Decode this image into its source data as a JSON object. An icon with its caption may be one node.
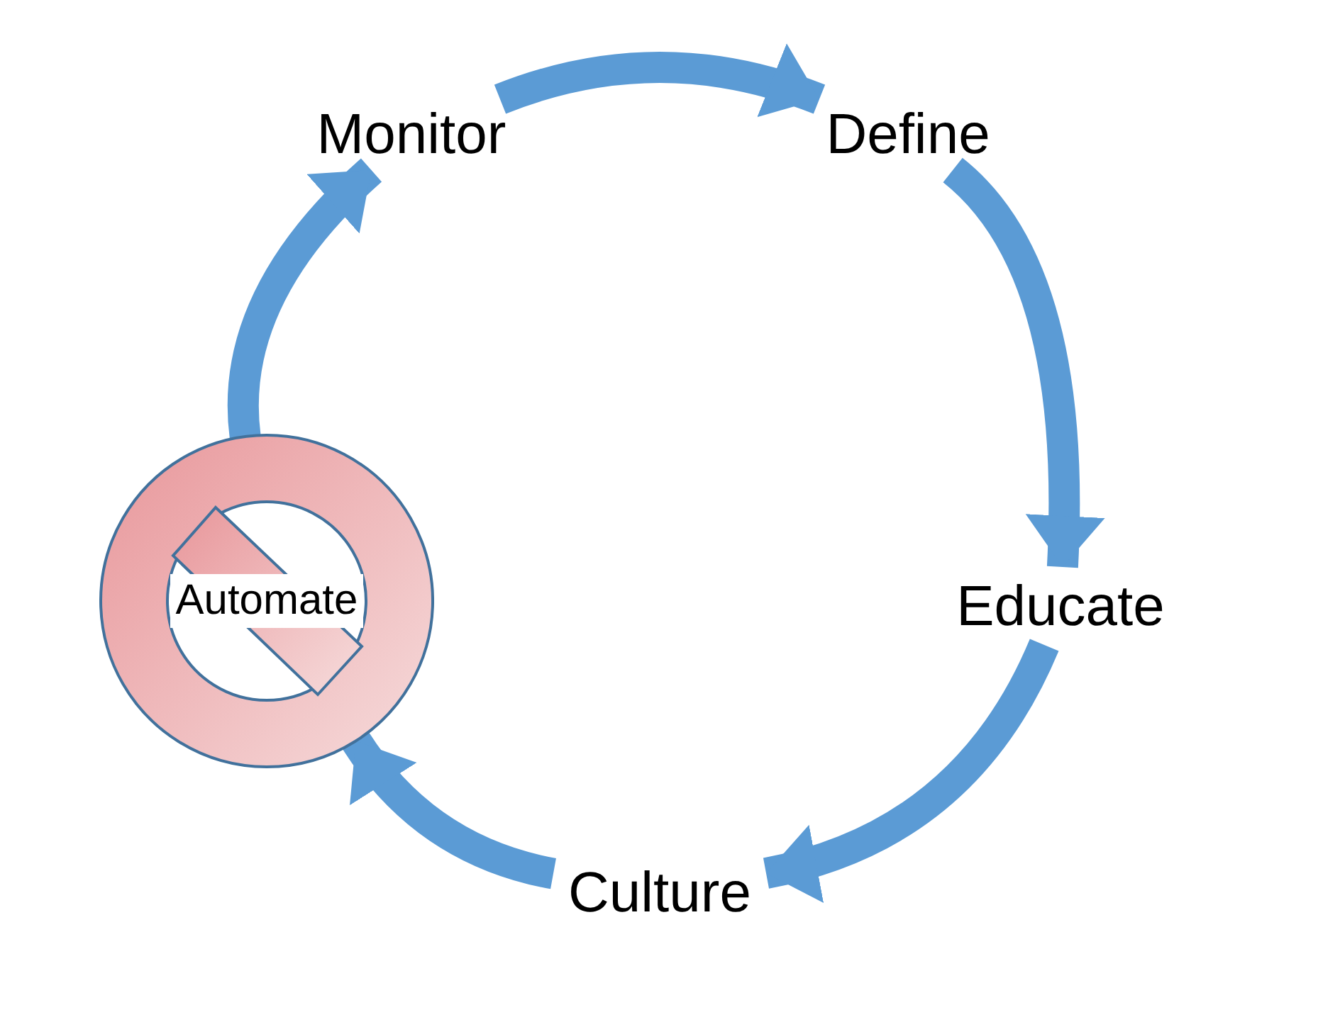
{
  "diagram": {
    "nodes": [
      {
        "text": [
          "Monitor"
        ]
      },
      {
        "text": [
          "Define"
        ]
      },
      {
        "text": [
          "Educate"
        ]
      },
      {
        "text": [
          "Culture"
        ]
      },
      {
        "text": [
          "Automate"
        ]
      }
    ],
    "edges": [
      {
        "from": 0,
        "to": 1,
        "arrow": "to"
      },
      {
        "from": 1,
        "to": 2,
        "arrow": "to"
      },
      {
        "from": 2,
        "to": 3,
        "arrow": "to"
      },
      {
        "from": 3,
        "to": 4,
        "arrow": "to"
      },
      {
        "from": 4,
        "to": 0,
        "arrow": "to"
      }
    ]
  }
}
